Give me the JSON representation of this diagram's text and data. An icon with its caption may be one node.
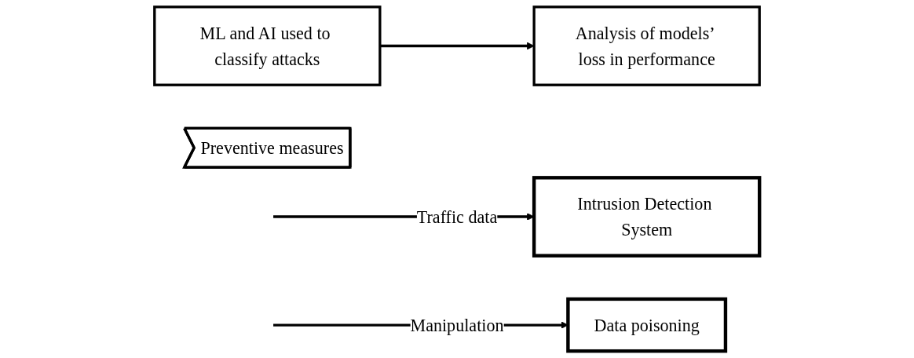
{
  "diagram": {
    "nodes": [
      {
        "text": [
          "Intrusion Detection System"
        ]
      },
      {
        "text": [
          "ML and AI used to classify attacks"
        ]
      },
      {
        "text": [
          "Data poisoning"
        ]
      },
      {
        "text": [
          "Analysis of models’ loss in performance"
        ]
      },
      {
        "text": [
          "Preventive measures"
        ]
      }
    ],
    "edges": [
      {
        "from": null,
        "to": 0,
        "arrow": "to",
        "label": "Traffic data"
      },
      {
        "from": null,
        "to": 2,
        "arrow": "to",
        "label": "Manipulation"
      },
      {
        "from": 1,
        "to": 3,
        "arrow": "to"
      }
    ]
  }
}
